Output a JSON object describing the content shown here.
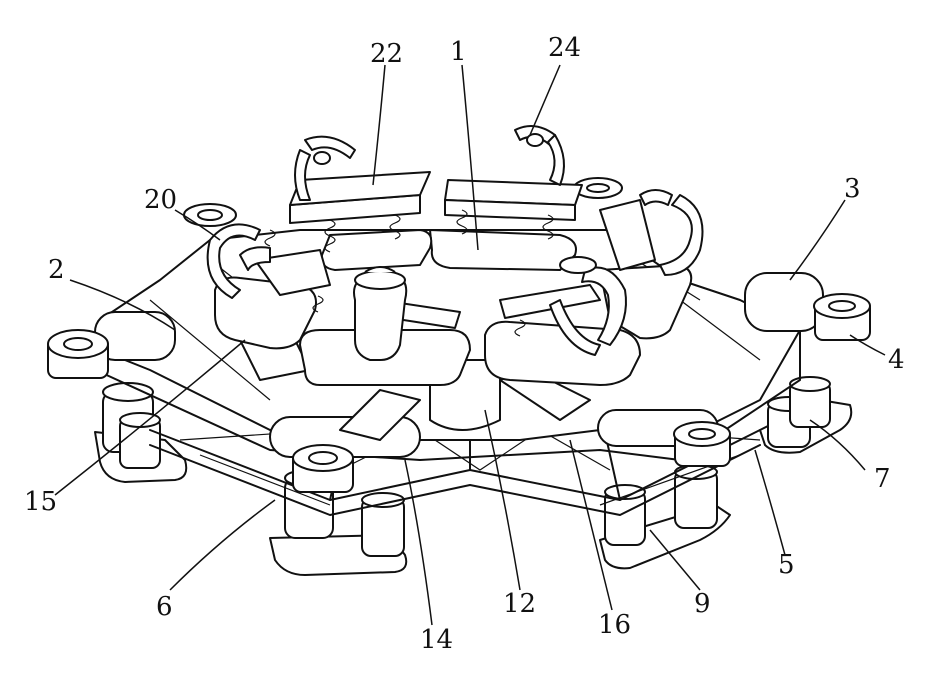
{
  "figure": {
    "labels": [
      {
        "id": "1",
        "text": "1"
      },
      {
        "id": "2",
        "text": "2"
      },
      {
        "id": "3",
        "text": "3"
      },
      {
        "id": "4",
        "text": "4"
      },
      {
        "id": "5",
        "text": "5"
      },
      {
        "id": "6",
        "text": "6"
      },
      {
        "id": "7",
        "text": "7"
      },
      {
        "id": "9",
        "text": "9"
      },
      {
        "id": "12",
        "text": "12"
      },
      {
        "id": "14",
        "text": "14"
      },
      {
        "id": "15",
        "text": "15"
      },
      {
        "id": "16",
        "text": "16"
      },
      {
        "id": "20",
        "text": "20"
      },
      {
        "id": "22",
        "text": "22"
      },
      {
        "id": "24",
        "text": "24"
      }
    ]
  }
}
